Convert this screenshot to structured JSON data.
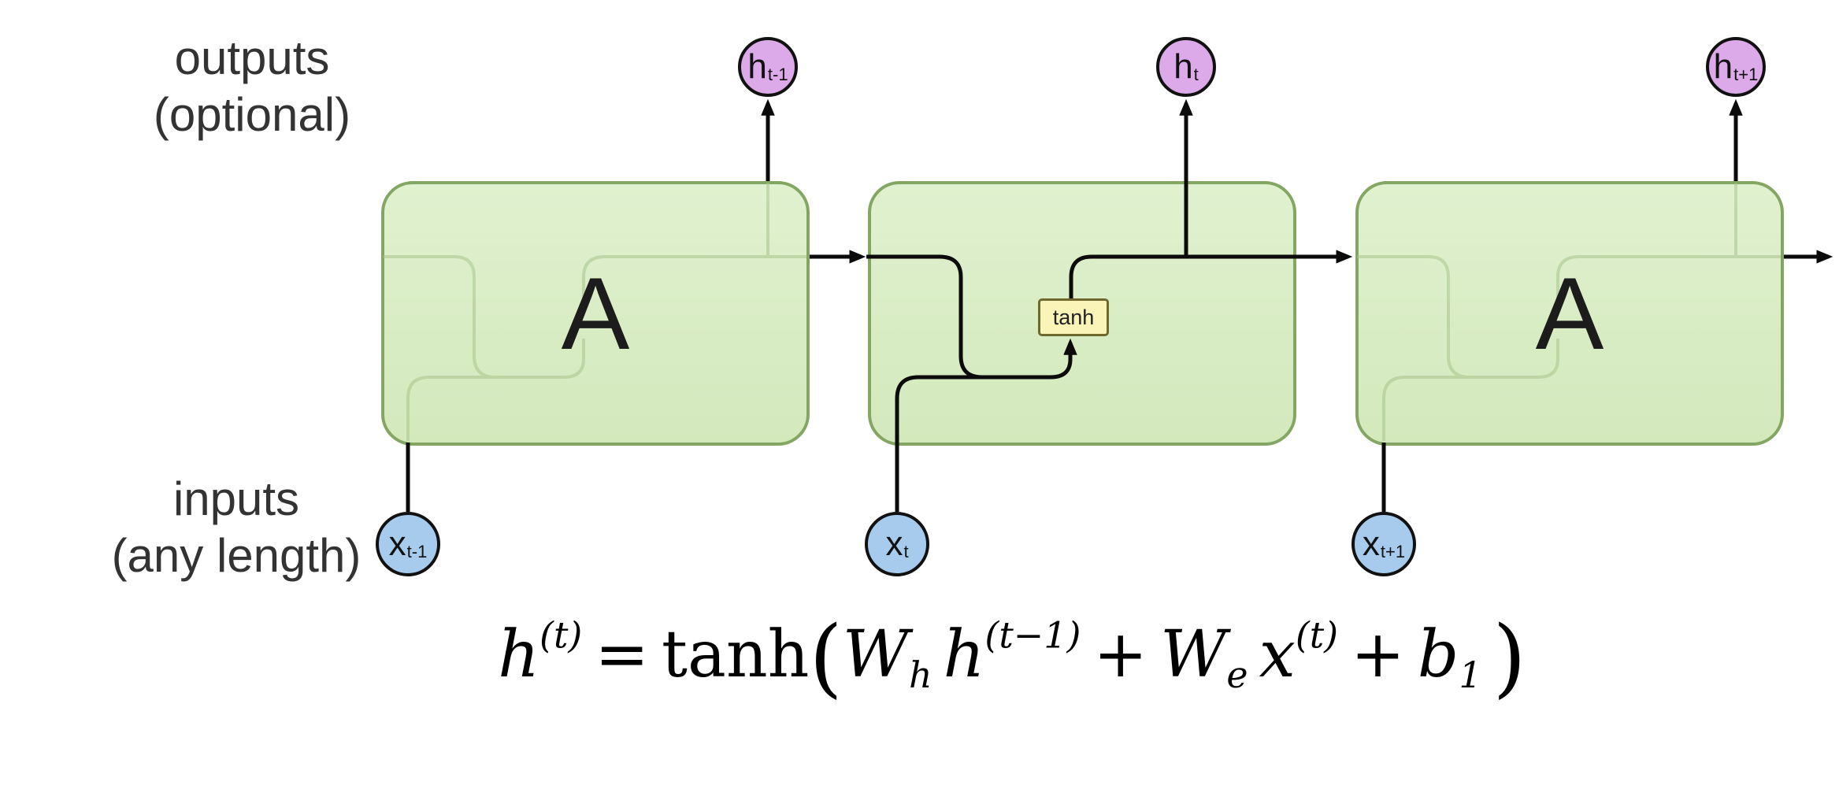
{
  "labels": {
    "outputs_line1": "outputs",
    "outputs_line2": "(optional)",
    "inputs_line1": "inputs",
    "inputs_line2": "(any length)"
  },
  "cells": {
    "left_label": "A",
    "right_label": "A",
    "tanh_label": "tanh"
  },
  "outputs": [
    {
      "base": "h",
      "sub": "t-1"
    },
    {
      "base": "h",
      "sub": "t"
    },
    {
      "base": "h",
      "sub": "t+1"
    }
  ],
  "inputs": [
    {
      "base": "x",
      "sub": "t-1"
    },
    {
      "base": "x",
      "sub": "t"
    },
    {
      "base": "x",
      "sub": "t+1"
    }
  ],
  "equation": {
    "lhs_base": "h",
    "lhs_sup": "(t)",
    "equals": "=",
    "func": "tanh",
    "open_paren": "(",
    "w1_base": "W",
    "w1_sub": "h",
    "h_base": "h",
    "h_sup": "(t−1)",
    "plus1": "+",
    "w2_base": "W",
    "w2_sub": "e",
    "x_base": "x",
    "x_sup": "(t)",
    "plus2": "+",
    "b_base": "b",
    "b_sub": "1",
    "close_paren": ")"
  },
  "colors": {
    "cell_fill": "#d9edc4",
    "cell_border": "#84a663",
    "output_circle_fill": "#dcaae8",
    "input_circle_fill": "#a6cbec",
    "tanh_fill": "#faf4b8",
    "line": "#0b0b0b"
  }
}
